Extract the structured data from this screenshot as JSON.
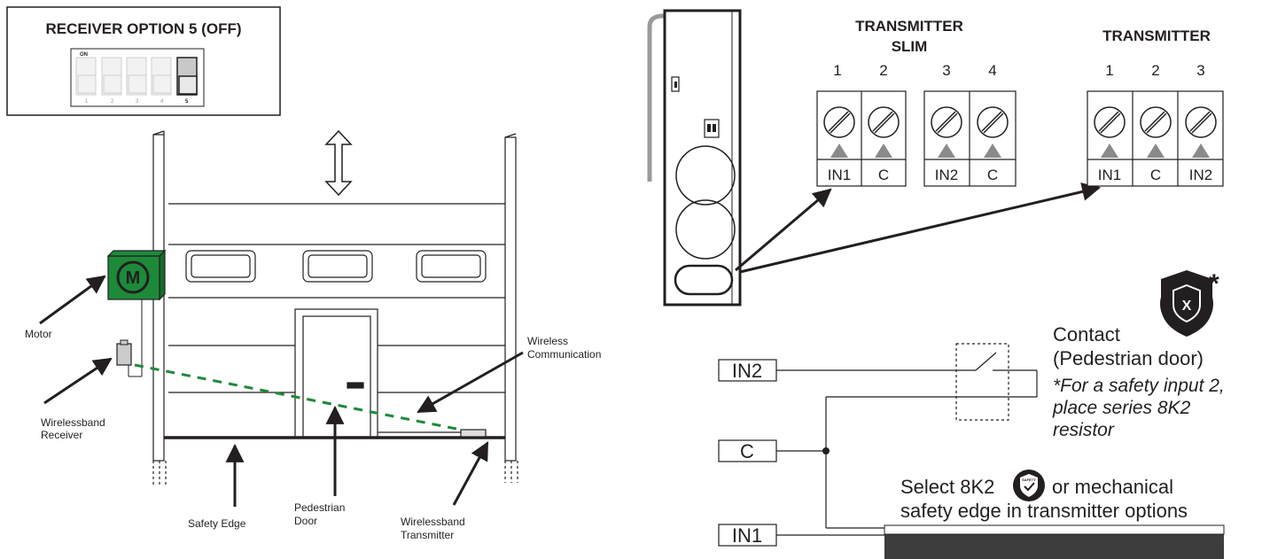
{
  "receiver_option": {
    "title": "RECEIVER OPTION 5 (OFF)",
    "on_label": "ON",
    "switch_numbers": [
      "1",
      "2",
      "3",
      "4",
      "5"
    ]
  },
  "door_labels": {
    "motor": "Motor",
    "motor_symbol": "M",
    "receiver": [
      "Wirelessband",
      "Receiver"
    ],
    "wireless": [
      "Wireless",
      "Communication"
    ],
    "safety_edge": "Safety Edge",
    "pedestrian": [
      "Pedestrian",
      "Door"
    ],
    "transmitter": [
      "Wirelessband",
      "Transmitter"
    ]
  },
  "transmitter_slim": {
    "title": [
      "TRANSMITTER",
      "SLIM"
    ],
    "numbers": [
      "1",
      "2",
      "3",
      "4"
    ],
    "terminals": [
      "IN1",
      "C",
      "IN2",
      "C"
    ]
  },
  "transmitter": {
    "title": "TRANSMITTER",
    "numbers": [
      "1",
      "2",
      "3"
    ],
    "terminals": [
      "IN1",
      "C",
      "IN2"
    ]
  },
  "wiring": {
    "in2": "IN2",
    "c": "C",
    "in1": "IN1",
    "x_badge": "X",
    "asterisk": "*",
    "contact": [
      "Contact",
      "(Pedestrian door)"
    ],
    "note": [
      "*For a safety input 2,",
      "place series 8K2",
      "resistor"
    ],
    "select_before": "Select 8K2",
    "select_after": "or mechanical",
    "select_line2": "safety edge in transmitter options",
    "safety_badge": "SAFETY"
  },
  "colors": {
    "motor_green": "#1d8a3a",
    "dash_green": "#1d8a3a",
    "ink": "#231f20",
    "edge_dark": "#3d3d3d"
  }
}
